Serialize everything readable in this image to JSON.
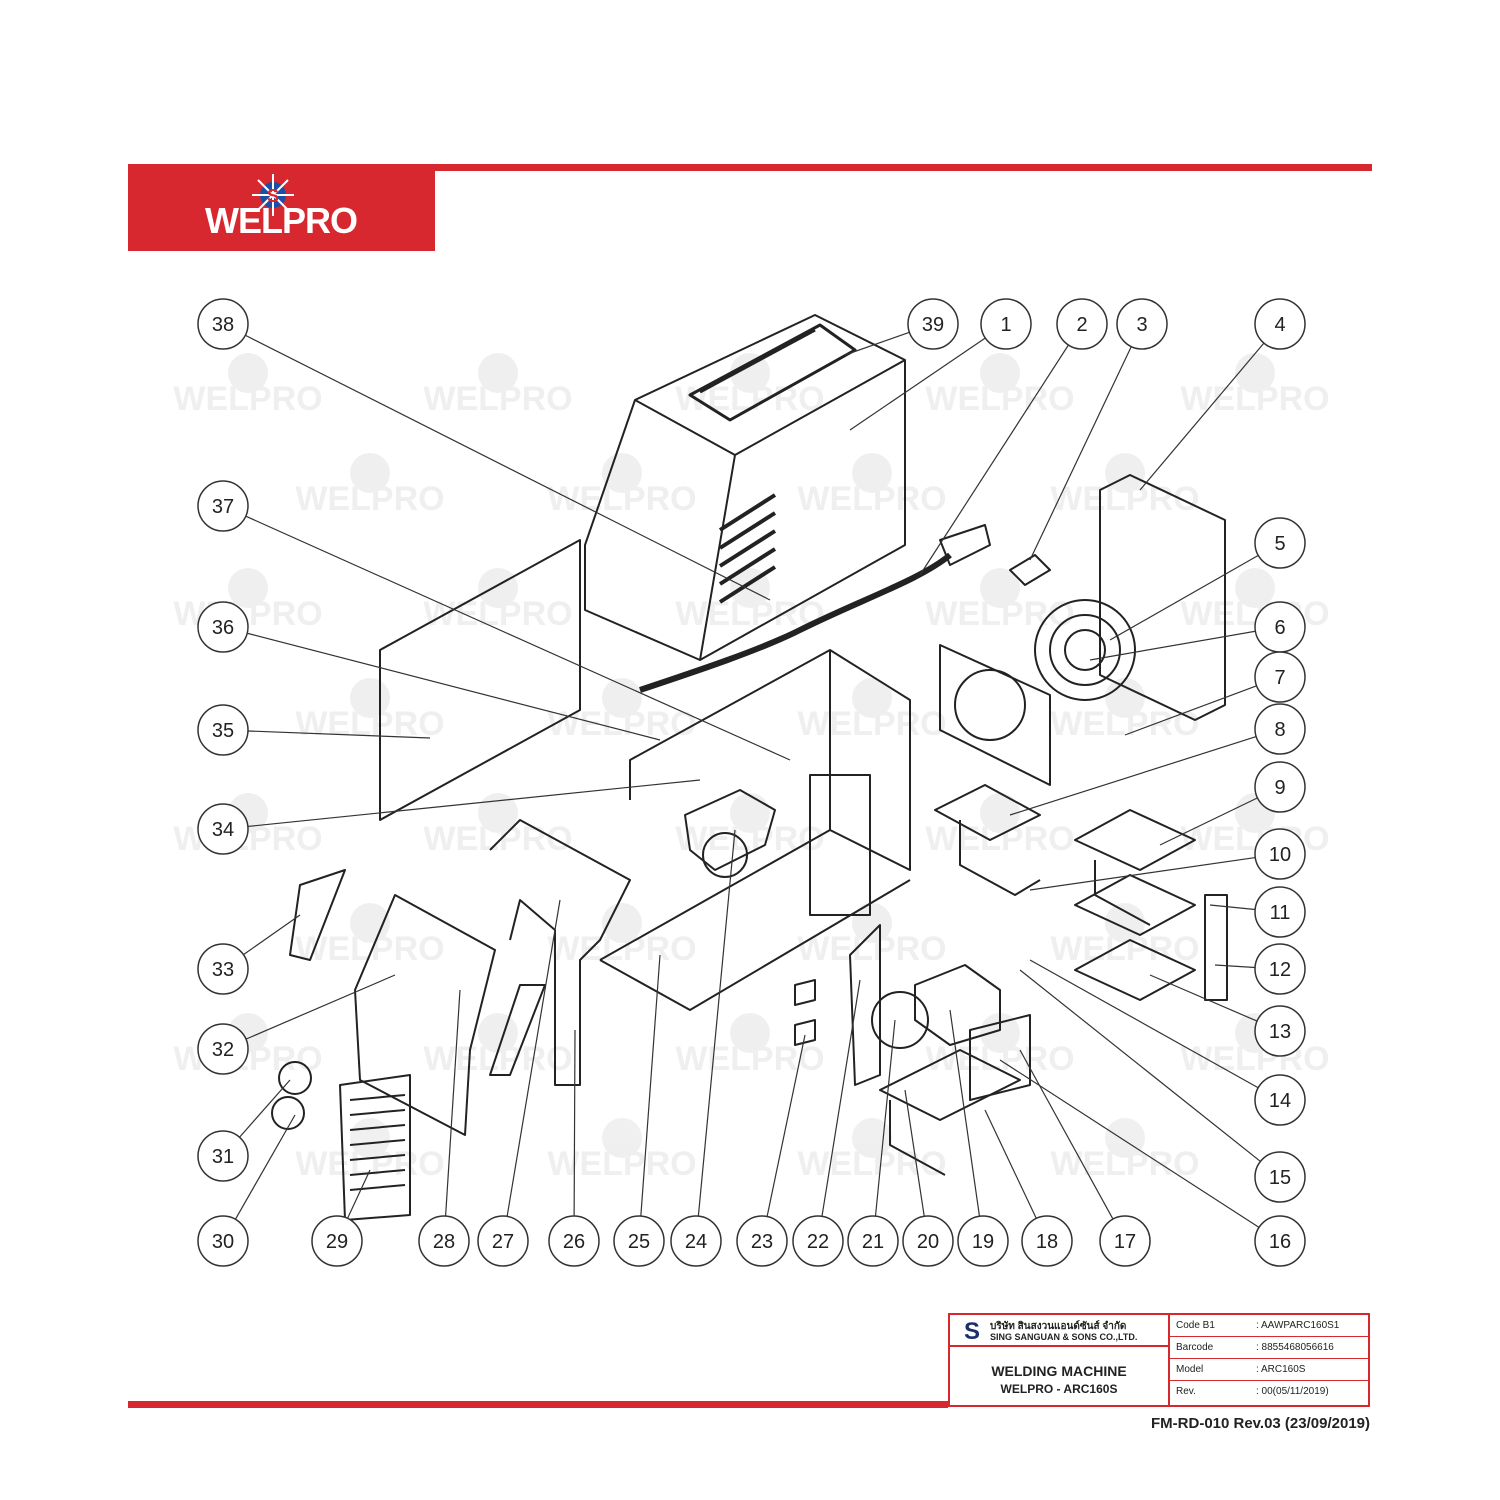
{
  "brand": {
    "name": "WELPRO",
    "accent": "#d7282f",
    "logo_star_color": "#1b4fa3"
  },
  "watermark": {
    "text": "WELPRO",
    "icon": "welpro-star-logo-icon"
  },
  "drawing": {
    "part_numbers": [
      "1",
      "2",
      "3",
      "4",
      "5",
      "6",
      "7",
      "8",
      "9",
      "10",
      "11",
      "12",
      "13",
      "14",
      "15",
      "16",
      "17",
      "18",
      "19",
      "20",
      "21",
      "22",
      "23",
      "24",
      "25",
      "26",
      "27",
      "28",
      "29",
      "30",
      "31",
      "32",
      "33",
      "34",
      "35",
      "36",
      "37",
      "38",
      "39"
    ]
  },
  "title_block": {
    "company_thai": "บริษัท สินสงวนแอนด์ซันส์ จำกัด",
    "company_en": "SING SANGUAN & SONS CO.,LTD.",
    "product_title": "WELDING MACHINE",
    "product_subtitle": "WELPRO - ARC160S",
    "rows": [
      {
        "label": "Code B1",
        "value": ": AAWPARC160S1"
      },
      {
        "label": "Barcode",
        "value": ": 8855468056616"
      },
      {
        "label": "Model",
        "value": ": ARC160S"
      },
      {
        "label": "Rev.",
        "value": ": 00(05/11/2019)"
      }
    ]
  },
  "form_code": "FM-RD-010 Rev.03 (23/09/2019)"
}
